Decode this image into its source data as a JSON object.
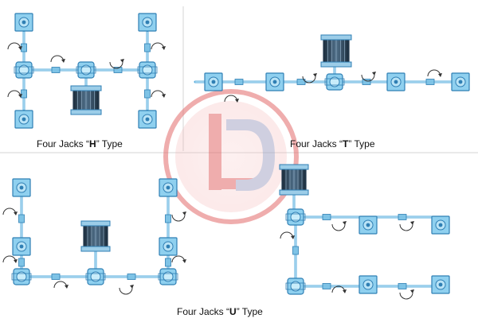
{
  "captions": {
    "h": {
      "prefix": "Four Jacks “",
      "letter": "H",
      "suffix": "” Type"
    },
    "t": {
      "prefix": "Four Jacks “",
      "letter": "T",
      "suffix": "” Type"
    },
    "u": {
      "prefix": "Four Jacks “",
      "letter": "U",
      "suffix": "” Type"
    }
  },
  "watermark": {
    "text": "LD"
  },
  "colors": {
    "jack_fill": "#8fd0ef",
    "jack_stroke": "#2f7fb4",
    "shaft": "#5aaedc",
    "motor_dark": "#243a4e",
    "watermark": "#e36b6b",
    "divider": "#d5d5d5"
  }
}
